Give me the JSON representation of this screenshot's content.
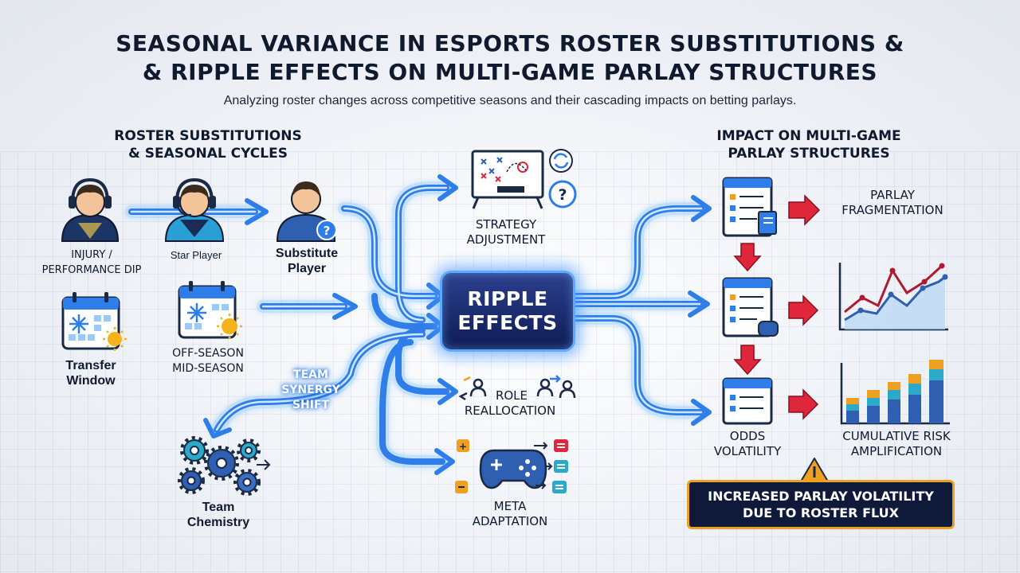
{
  "title": {
    "line1": "SEASONAL VARIANCE IN ESPORTS ROSTER SUBSTITUTIONS &",
    "line2": "& RIPPLE EFFECTS ON MULTI-GAME PARLAY STRUCTURES",
    "subtitle": "Analyzing roster changes across competitive seasons and their cascading impacts on betting parlays."
  },
  "left_section": {
    "heading_line1": "ROSTER SUBSTITUTIONS",
    "heading_line2": "& SEASONAL CYCLES",
    "injury": {
      "line1": "INJURY /",
      "line2": "PERFORMANCE DIP"
    },
    "star_player": "Star Player",
    "substitute": {
      "line1": "Substitute",
      "line2": "Player"
    },
    "transfer": {
      "line1": "Transfer",
      "line2": "Window"
    },
    "season": {
      "line1": "OFF-SEASON",
      "line2": "MID-SEASON"
    },
    "team_chemistry": {
      "line1": "Team",
      "line2": "Chemistry"
    },
    "synergy": {
      "line1": "TEAM",
      "line2": "SYNERGY",
      "line3": "SHIFT"
    }
  },
  "center": {
    "hub_line1": "RIPPLE",
    "hub_line2": "EFFECTS",
    "strategy": {
      "line1": "STRATEGY",
      "line2": "ADJUSTMENT"
    },
    "role": {
      "line1": "ROLE",
      "line2": "REALLOCATION"
    },
    "meta": {
      "line1": "META",
      "line2": "ADAPTATION"
    }
  },
  "right_section": {
    "heading_line1": "IMPACT ON MULTI-GAME",
    "heading_line2": "PARLAY STRUCTURES",
    "fragmentation": {
      "line1": "PARLAY",
      "line2": "FRAGMENTATION"
    },
    "odds": {
      "line1": "ODDS",
      "line2": "VOLATILITY"
    },
    "risk": {
      "line1": "CUMULATIVE RISK",
      "line2": "AMPLIFICATION"
    },
    "warning": {
      "line1": "INCREASED PARLAY VOLATILITY",
      "line2": "DUE TO ROSTER FLUX"
    }
  },
  "colors": {
    "navy": "#0f1a2e",
    "flow_blue": "#2f7de8",
    "glow_blue": "#6cb6ff",
    "alert_red": "#e0263a",
    "warning_orange": "#f0a020"
  },
  "icons": [
    "headset-player-icon",
    "star-player-icon",
    "substitute-player-icon",
    "calendar-snow-icon",
    "calendar-sun-icon",
    "gears-icon",
    "strategy-board-icon",
    "role-swap-icon",
    "gamepad-icon",
    "parlay-ticket-icon",
    "line-chart-icon",
    "bar-chart-icon",
    "warning-icon"
  ]
}
